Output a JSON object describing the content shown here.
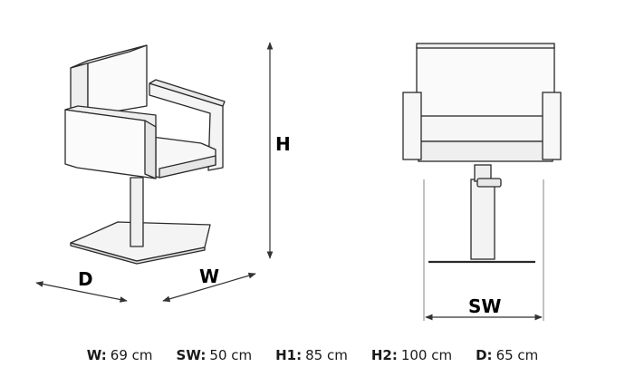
{
  "labels": {
    "depth": "D",
    "width": "W",
    "height": "H",
    "seat_width": "SW"
  },
  "specs": [
    {
      "key": "W:",
      "value": "69 cm"
    },
    {
      "key": "SW:",
      "value": "50 cm"
    },
    {
      "key": "H1:",
      "value": "85 cm"
    },
    {
      "key": "H2:",
      "value": "100 cm"
    },
    {
      "key": "D:",
      "value": "65 cm"
    }
  ]
}
